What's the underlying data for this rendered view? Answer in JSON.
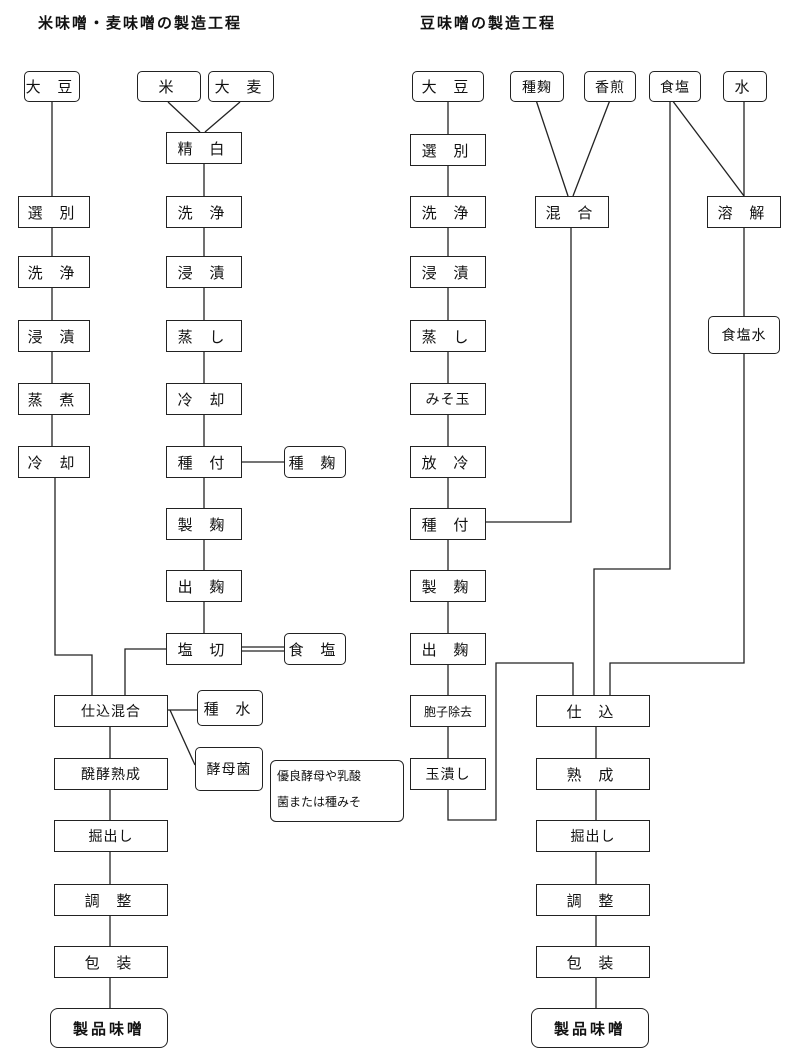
{
  "titles": {
    "left": "米味噌・麦味噌の製造工程",
    "right": "豆味噌の製造工程"
  },
  "left": {
    "soy_col": [
      "大 豆",
      "選 別",
      "洗 浄",
      "浸 漬",
      "蒸 煮",
      "冷 却"
    ],
    "rice": "米",
    "barley": "大 麦",
    "grain_col": [
      "精 白",
      "洗 浄",
      "浸 漬",
      "蒸 し",
      "冷 却",
      "種 付",
      "製 麹",
      "出 麹",
      "塩 切"
    ],
    "koji_seed": "種 麹",
    "salt": "食 塩",
    "main_col": [
      "仕込混合",
      "醗酵熟成",
      "掘出し",
      "調 整",
      "包 装"
    ],
    "seed_water": "種 水",
    "yeast": "酵母菌",
    "note": [
      "優良酵母や乳酸",
      "菌または種みそ"
    ],
    "product": "製品味噌"
  },
  "right": {
    "soy_col": [
      "大 豆",
      "選 別",
      "洗 浄",
      "浸 漬",
      "蒸 し",
      "みそ玉",
      "放 冷",
      "種 付",
      "製 麹",
      "出 麹",
      "胞子除去",
      "玉潰し"
    ],
    "seed_koji": "種麹",
    "aroma": "香煎",
    "mix": "混 合",
    "salt": "食塩",
    "water": "水",
    "dissolve": "溶 解",
    "brine": "食塩水",
    "main_col": [
      "仕 込",
      "熟 成",
      "掘出し",
      "調 整",
      "包 装"
    ],
    "product": "製品味噌"
  }
}
